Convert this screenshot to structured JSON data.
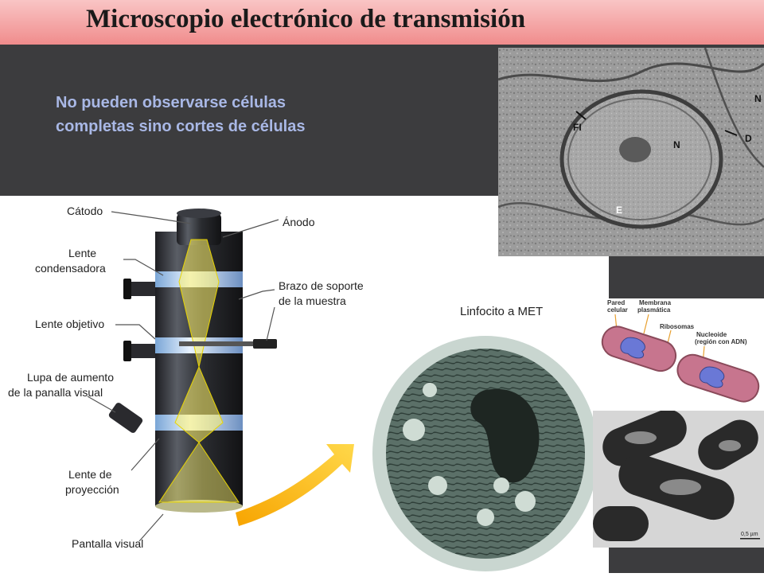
{
  "title": "Microscopio electrónico de transmisión",
  "subtitle_lines": [
    "No pueden observarse células",
    "completas sino cortes de células"
  ],
  "colors": {
    "title_bar": "#f4a9a9",
    "dark_panel": "#3c3c3e",
    "subtitle": "#a9b8e6"
  },
  "tem_diagram": {
    "labels": {
      "catodo": "Cátodo",
      "anodo": "Ánodo",
      "condensadora_1": "Lente",
      "condensadora_2": "condensadora",
      "brazo_1": "Brazo de soporte",
      "brazo_2": "de la muestra",
      "objetivo": "Lente objetivo",
      "lupa_1": "Lupa de aumento",
      "lupa_2": "de la panalla visual",
      "proyeccion_1": "Lente de",
      "proyeccion_2": "proyección",
      "pantalla": "Pantalla visual"
    }
  },
  "micrograph_cell": {
    "labels": [
      "FI",
      "N",
      "D",
      "E",
      "N"
    ]
  },
  "lymphocyte": {
    "label": "Linfocito a MET"
  },
  "bacterium_diagram": {
    "labels": {
      "pared_1": "Pared",
      "pared_2": "celular",
      "membrana_1": "Membrana",
      "membrana_2": "plasmática",
      "ribosomas": "Ribosomas",
      "nucleoide_1": "Nucleoide",
      "nucleoide_2": "(región con ADN)"
    }
  },
  "bacterium_photo": {
    "scale": "0,5 µm"
  }
}
